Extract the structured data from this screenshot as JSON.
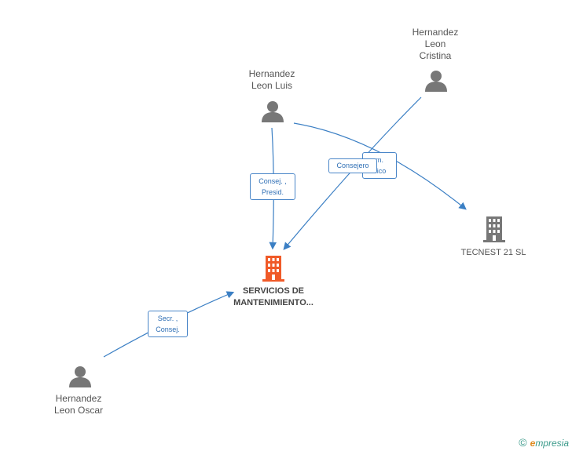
{
  "people": [
    {
      "id": "luis",
      "name": "Hernandez\nLeon Luis"
    },
    {
      "id": "cristina",
      "name": "Hernandez\nLeon\nCristina"
    },
    {
      "id": "oscar",
      "name": "Hernandez\nLeon Oscar"
    }
  ],
  "companies": [
    {
      "id": "servicios",
      "name": "SERVICIOS\nDE\nMANTENIMIENTO...",
      "color": "#f05a28"
    },
    {
      "id": "tecnest",
      "name": "TECNEST 21 SL",
      "color": "#777777"
    }
  ],
  "edge_labels": {
    "luis_servicios": "Consej. ,\nPresid.",
    "luis_tecnest": "m.\nnico",
    "cristina_servicios": "Consejero",
    "oscar_servicios": "Secr. ,\nConsej."
  },
  "colors": {
    "edge": "#3b7fc4",
    "person_icon": "#777777"
  },
  "brand": {
    "copyright": "©",
    "name_initial": "e",
    "name_rest": "mpresia"
  }
}
